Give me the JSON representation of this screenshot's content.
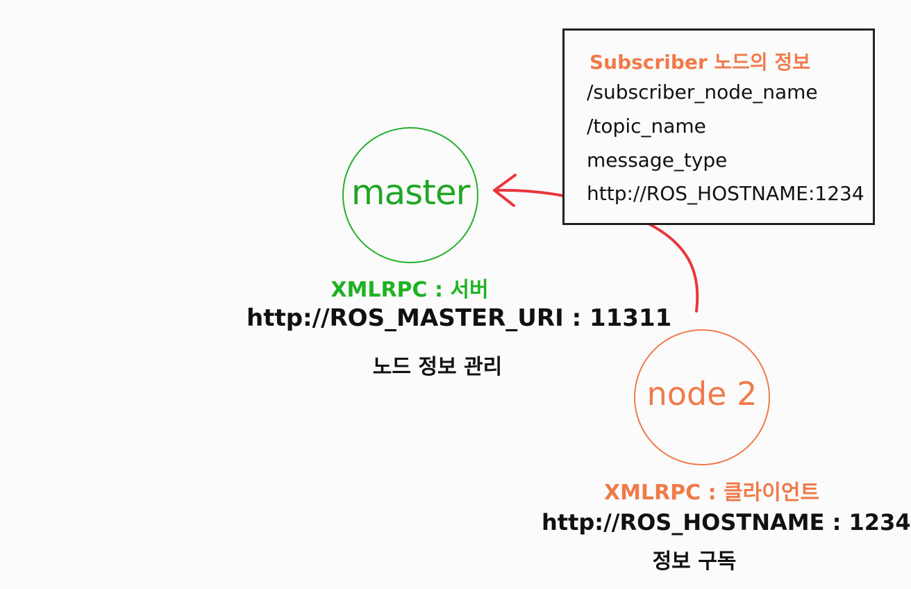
{
  "colors": {
    "master": "#22b02a",
    "node": "#f07a4a",
    "arrow": "#e8373d",
    "text": "#111111",
    "box_border": "#222222"
  },
  "master": {
    "label": "master",
    "protocol": "XMLRPC : 서버",
    "uri": "http://ROS_MASTER_URI : 11311",
    "description": "노드 정보 관리"
  },
  "node2": {
    "label": "node 2",
    "protocol": "XMLRPC : 클라이언트",
    "uri": "http://ROS_HOSTNAME : 1234",
    "description": "정보 구독"
  },
  "info_box": {
    "title": "Subscriber 노드의 정보",
    "lines": [
      "/subscriber_node_name",
      "/topic_name",
      "message_type",
      "http://ROS_HOSTNAME:1234"
    ]
  }
}
